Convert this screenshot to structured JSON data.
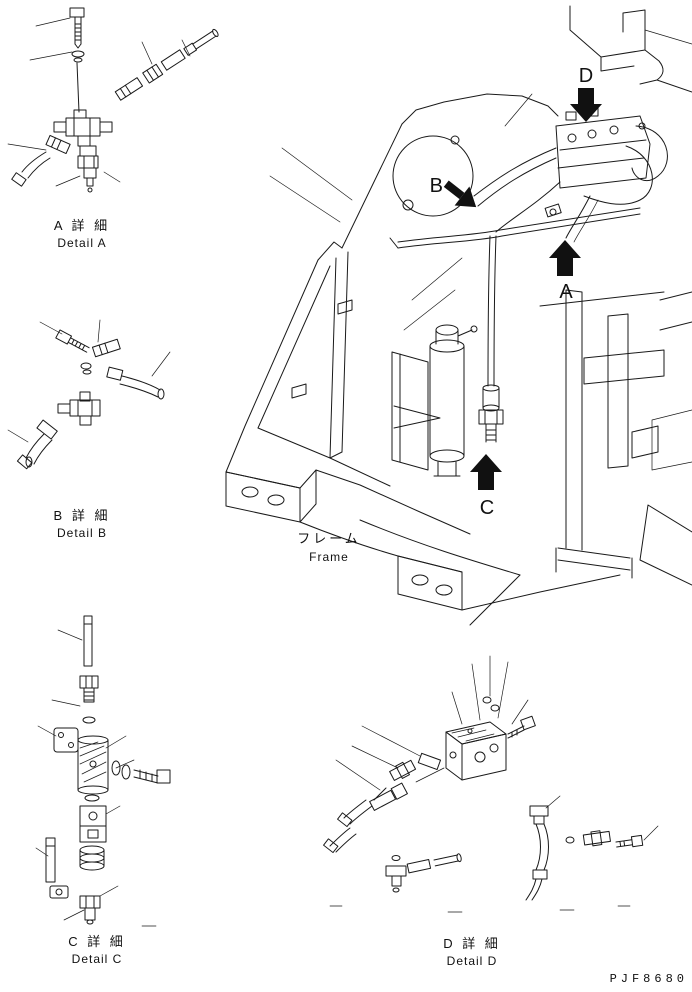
{
  "colors": {
    "line": "#1a1a1a",
    "background": "#ffffff",
    "arrow": "#111111"
  },
  "code": "PJF8680",
  "frame": {
    "jp": "フレーム",
    "en": "Frame"
  },
  "callouts": {
    "a": "A",
    "b": "B",
    "c": "C",
    "d": "D"
  },
  "details": {
    "a": {
      "jp": "A 詳 細",
      "en": "Detail A"
    },
    "b": {
      "jp": "B 詳 細",
      "en": "Detail B"
    },
    "c": {
      "jp": "C 詳 細",
      "en": "Detail C"
    },
    "d": {
      "jp": "D 詳 細",
      "en": "Detail D"
    }
  }
}
